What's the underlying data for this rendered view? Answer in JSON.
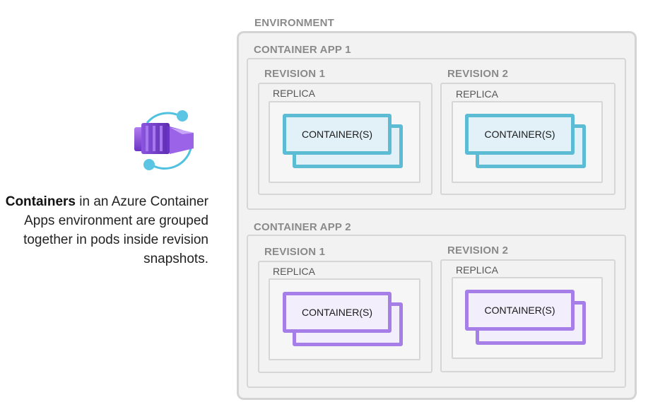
{
  "caption": {
    "bold": "Containers",
    "rest": " in an Azure Container Apps environment are grouped together in pods inside revision snapshots."
  },
  "logo_icon": "azure-container-apps-icon",
  "colors": {
    "teal": "#5bbcd3",
    "purple": "#a57ee8",
    "gray": "#d4d4d4"
  },
  "environment": {
    "label": "ENVIRONMENT",
    "apps": [
      {
        "label": "CONTAINER APP 1",
        "revisions": [
          {
            "label": "REVISION 1",
            "replica": "REPLICA",
            "container": "CONTAINER(S)"
          },
          {
            "label": "REVISION 2",
            "replica": "REPLICA",
            "container": "CONTAINER(S)"
          }
        ]
      },
      {
        "label": "CONTAINER APP 2",
        "revisions": [
          {
            "label": "REVISION 1",
            "replica": "REPLICA",
            "container": "CONTAINER(S)"
          },
          {
            "label": "REVISION 2",
            "replica": "REPLICA",
            "container": "CONTAINER(S)"
          }
        ]
      }
    ]
  }
}
